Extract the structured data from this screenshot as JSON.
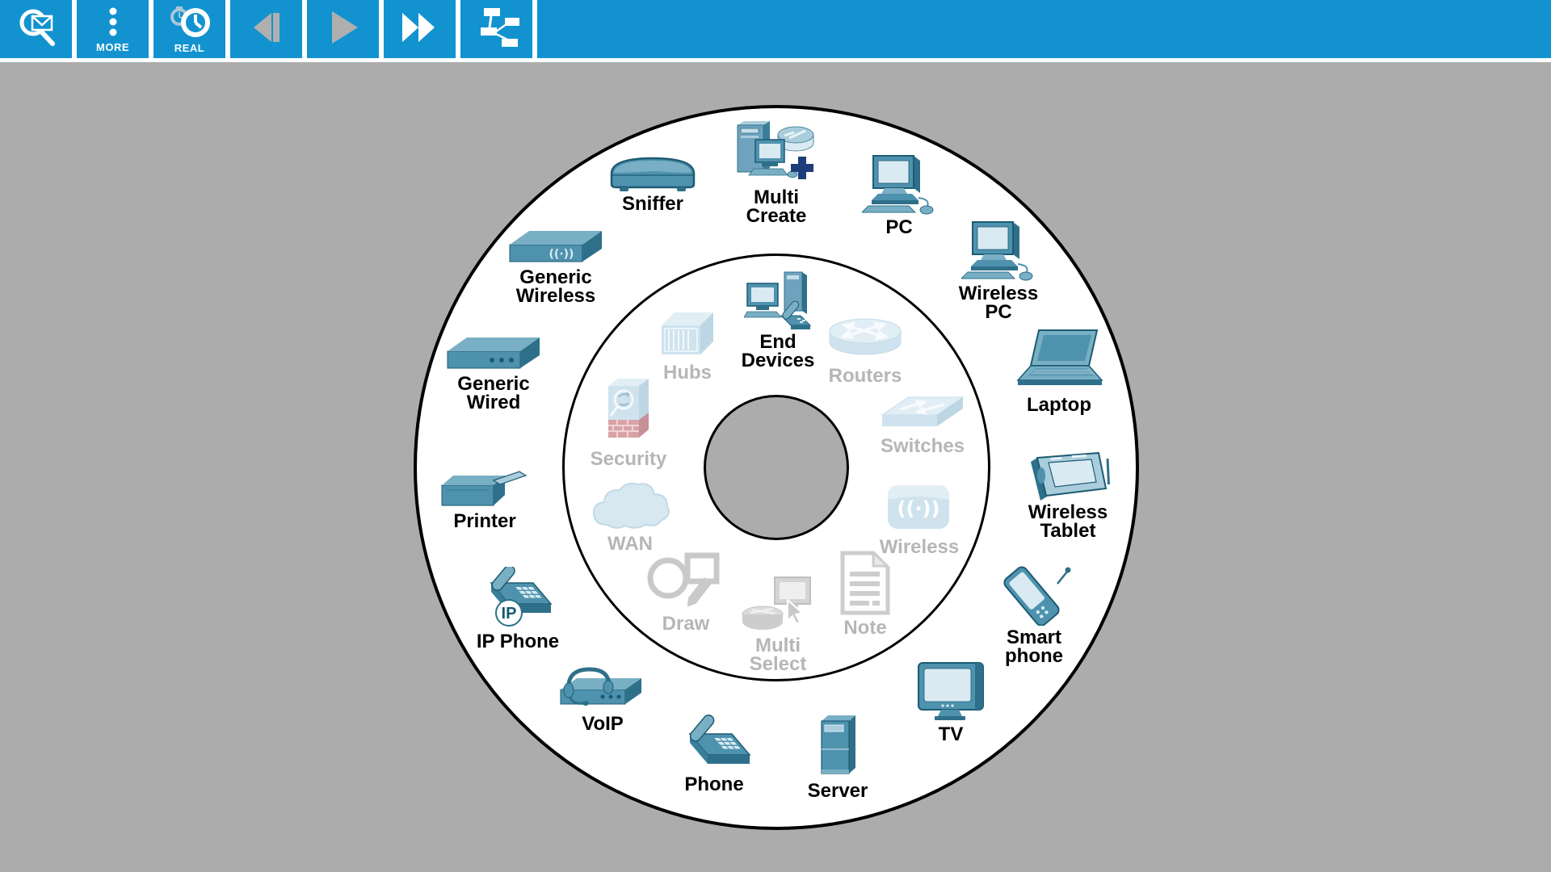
{
  "toolbar": {
    "buttons": [
      {
        "name": "inspect",
        "icon": "magnifier-envelope-icon",
        "label": ""
      },
      {
        "name": "more",
        "icon": "ellipsis-vertical-icon",
        "label": "MORE"
      },
      {
        "name": "realtime",
        "icon": "clock-icon",
        "label": "REAL"
      },
      {
        "name": "step-back",
        "icon": "step-back-icon",
        "label": ""
      },
      {
        "name": "play",
        "icon": "play-icon",
        "label": ""
      },
      {
        "name": "fast-forward",
        "icon": "fast-forward-icon",
        "label": ""
      },
      {
        "name": "topology-view",
        "icon": "topology-icon",
        "label": ""
      }
    ]
  },
  "device_wheel": {
    "outer_ring": {
      "items": [
        {
          "name": "sniffer",
          "label": "Sniffer",
          "icon": "sniffer-icon"
        },
        {
          "name": "multi-create",
          "label": "Multi\nCreate",
          "icon": "multi-create-icon"
        },
        {
          "name": "pc",
          "label": "PC",
          "icon": "pc-icon"
        },
        {
          "name": "wireless-pc",
          "label": "Wireless\nPC",
          "icon": "wireless-pc-icon"
        },
        {
          "name": "laptop",
          "label": "Laptop",
          "icon": "laptop-icon"
        },
        {
          "name": "wireless-tablet",
          "label": "Wireless\nTablet",
          "icon": "wireless-tablet-icon"
        },
        {
          "name": "smartphone",
          "label": "Smart\nphone",
          "icon": "smartphone-icon"
        },
        {
          "name": "tv",
          "label": "TV",
          "icon": "tv-icon"
        },
        {
          "name": "server",
          "label": "Server",
          "icon": "server-icon"
        },
        {
          "name": "phone",
          "label": "Phone",
          "icon": "phone-icon"
        },
        {
          "name": "voip",
          "label": "VoIP",
          "icon": "voip-icon"
        },
        {
          "name": "ip-phone",
          "label": "IP Phone",
          "icon": "ip-phone-icon"
        },
        {
          "name": "printer",
          "label": "Printer",
          "icon": "printer-icon"
        },
        {
          "name": "generic-wired",
          "label": "Generic\nWired",
          "icon": "generic-wired-icon"
        },
        {
          "name": "generic-wireless",
          "label": "Generic\nWireless",
          "icon": "generic-wireless-icon"
        }
      ]
    },
    "inner_ring": {
      "active_item": "end-devices",
      "items": [
        {
          "name": "end-devices",
          "label": "End\nDevices",
          "icon": "end-devices-icon",
          "active": true
        },
        {
          "name": "routers",
          "label": "Routers",
          "icon": "routers-icon",
          "active": false
        },
        {
          "name": "switches",
          "label": "Switches",
          "icon": "switches-icon",
          "active": false
        },
        {
          "name": "wireless",
          "label": "Wireless",
          "icon": "wireless-icon",
          "active": false
        },
        {
          "name": "note",
          "label": "Note",
          "icon": "note-icon",
          "active": false
        },
        {
          "name": "multi-select",
          "label": "Multi\nSelect",
          "icon": "multi-select-icon",
          "active": false
        },
        {
          "name": "draw",
          "label": "Draw",
          "icon": "draw-icon",
          "active": false
        },
        {
          "name": "wan",
          "label": "WAN",
          "icon": "wan-icon",
          "active": false
        },
        {
          "name": "security",
          "label": "Security",
          "icon": "security-icon",
          "active": false
        },
        {
          "name": "hubs",
          "label": "Hubs",
          "icon": "hubs-icon",
          "active": false
        }
      ]
    }
  },
  "colors": {
    "toolbar_blue": "#1293d0",
    "background_gray": "#acacac",
    "wheel_white": "#ffffff",
    "device_teal": "#4e92ae",
    "device_teal_dark": "#2e7089",
    "device_teal_light": "#79afc4",
    "faded_category_blue": "#cfe3ee",
    "faded_brick_red": "#d9a2a7",
    "muted_label_gray": "#b6b6b6",
    "active_label_black": "#000000",
    "multicreate_plus_navy": "#1e3d7b"
  }
}
